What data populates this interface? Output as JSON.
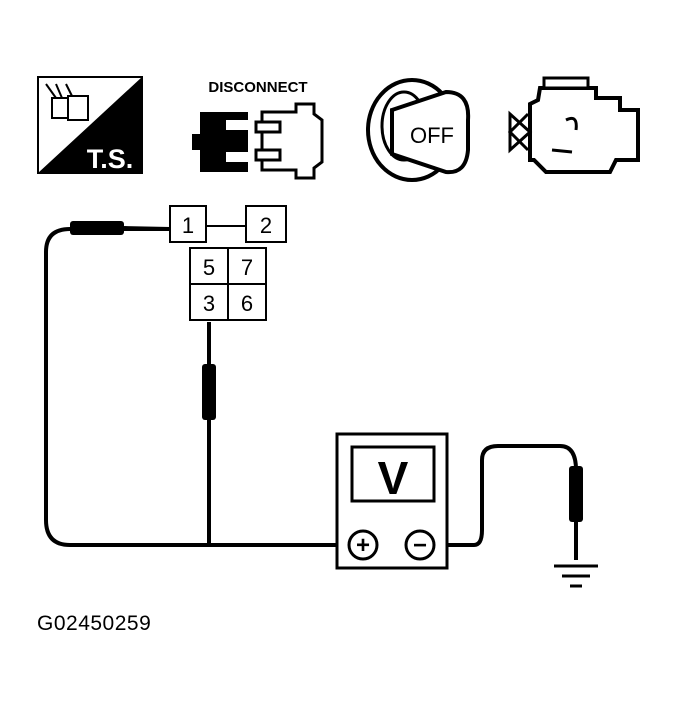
{
  "icons": {
    "ts": {
      "label": "T.S."
    },
    "disconnect": {
      "label": "DISCONNECT"
    },
    "ignition": {
      "label": "OFF"
    },
    "engine": {}
  },
  "connector": {
    "pins": [
      "1",
      "2",
      "5",
      "7",
      "3",
      "6"
    ]
  },
  "voltmeter": {
    "display": "V",
    "positive_symbol": "+",
    "negative_symbol": "−"
  },
  "figure_id": "G02450259"
}
